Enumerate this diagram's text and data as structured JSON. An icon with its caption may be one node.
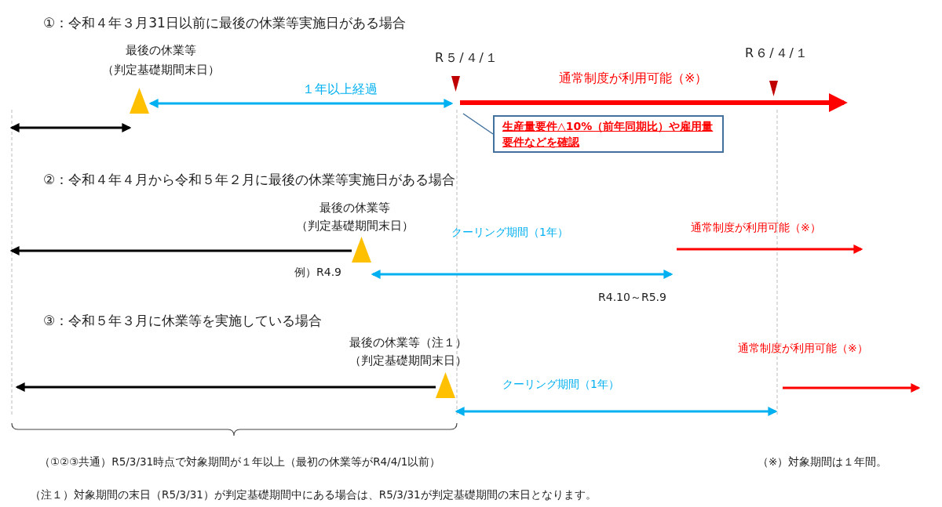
{
  "diagram": {
    "nodes": [
      {
        "text": [],
        "shape": "triangle",
        "beside": [
          "最後の休業等",
          "（判定基礎期間末日）"
        ]
      },
      {
        "text": [],
        "shape": "triangle",
        "beside": [
          "R５/４/１"
        ]
      },
      {
        "text": [],
        "shape": "triangle",
        "beside": [
          "R６/４/１"
        ]
      },
      {
        "text": [
          "生産量要件△10%（前年同期比）や雇用量要件などを確認"
        ]
      },
      {
        "text": [],
        "shape": "triangle",
        "beside": [
          "最後の休業等",
          "（判定基礎期間末日）"
        ]
      },
      {
        "text": [],
        "shape": "triangle",
        "beside": [
          "最後の休業等（注１）",
          "（判定基礎期間末日）"
        ]
      }
    ],
    "edges": [
      {
        "from": null,
        "to": 0,
        "arrow": "both"
      },
      {
        "from": 0,
        "to": 1,
        "arrow": "both",
        "label": "１年以上経過",
        "color": "#00b0f0"
      },
      {
        "from": 1,
        "to": null,
        "arrow": "to",
        "label": "通常制度が利用可能（※）",
        "color": "#ff0000",
        "style": "thick"
      },
      {
        "from": 3,
        "to": null,
        "arrow": "none",
        "color": "#41719c"
      },
      {
        "from": 4,
        "to": null,
        "arrow": "to"
      },
      {
        "from": 4,
        "to": null,
        "arrow": "both",
        "color": "#00b0f0"
      },
      {
        "from": 5,
        "to": null,
        "arrow": "to"
      },
      {
        "from": 5,
        "to": null,
        "arrow": "both",
        "color": "#00b0f0"
      }
    ],
    "labels": [
      "①：令和４年３月31日以前に最後の休業等実施日がある場合",
      "②：令和４年４月から令和５年２月に最後の休業等実施日がある場合",
      "クーリング期間（1年）",
      "通常制度が利用可能（※）",
      "例）R4.9",
      "R4.10～R5.9",
      "③：令和５年３月に休業等を実施している場合",
      "通常制度が利用可能（※）",
      "クーリング期間（1年）",
      "（①②③共通）R5/3/31時点で対象期間が１年以上（最初の休業等がR4/4/1以前）",
      "（※）対象期間は１年間。",
      "（注１）対象期間の末日（R5/3/31）が判定基礎期間中にある場合は、R5/3/31が判定基礎期間の末日となります。"
    ]
  }
}
